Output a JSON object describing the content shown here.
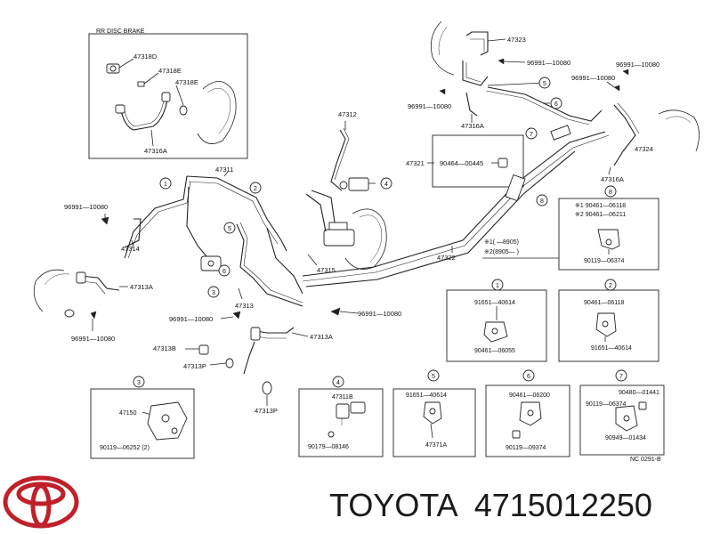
{
  "brand": {
    "name": "TOYOTA",
    "part_number": "4715012250",
    "logo_color": "#c0202a"
  },
  "diagram": {
    "inset_title": "RR   DISC BRAKE",
    "drawing_code": "NC  0291-B",
    "labels": {
      "l47318D": "47318D",
      "l47318E_a": "47318E",
      "l47318E_b": "47318E",
      "l47316A_inset": "47316A",
      "l47323": "47323",
      "l96991_top1": "96991—10080",
      "l96991_top2": "96991—10080",
      "l96991_top3": "96991—10080",
      "l96991_left": "96991—10080",
      "l47316A_top": "47316A",
      "l47324": "47324",
      "l47316A_right": "47316A",
      "l47312": "47312",
      "l47321": "47321",
      "l90464_mid": "90464—00445",
      "l47311": "47311",
      "l96991_lft2": "96991—10080",
      "l47314": "47314",
      "l47315": "47315",
      "l47322": "47322",
      "l47313A_left": "47313A",
      "l96991_bl": "96991—10080",
      "l47313": "47313",
      "l96991_bm": "96991—10080",
      "l96991_bc": "96991—10080",
      "l47313A_mid": "47313A",
      "l47313B": "47313B",
      "l47313P_a": "47313P",
      "l47313P_b": "47313P"
    },
    "note8": {
      "line1": "※1 90461—06118",
      "line2": "※2 90461—06211",
      "bolt": "90119—06374",
      "range1": "※1(        —8905)",
      "range2": "※2(8905—        )"
    },
    "callouts": [
      "1",
      "2",
      "3",
      "4",
      "5",
      "6",
      "7",
      "8"
    ],
    "detail_boxes": {
      "b1": {
        "num": "1",
        "top": "91651—40614",
        "bottom": "90461—06055"
      },
      "b2": {
        "num": "2",
        "top": "90461—06118",
        "bottom": "91651—40614"
      },
      "b3": {
        "num": "3",
        "mid": "47150",
        "bottom": "90119—06252 (2)"
      },
      "b4": {
        "num": "4",
        "top": "47311B",
        "bottom": "90179—08146"
      },
      "b5": {
        "num": "5",
        "top": "91651—40614",
        "bottom": "47371A"
      },
      "b6": {
        "num": "6",
        "top": "90461—06200",
        "bottom": "90119—09374"
      },
      "b7": {
        "num": "7",
        "top": "90480—01441",
        "mid": "90119—06374",
        "bottom": "90949—01434"
      },
      "b8": {
        "num": "8"
      }
    }
  }
}
